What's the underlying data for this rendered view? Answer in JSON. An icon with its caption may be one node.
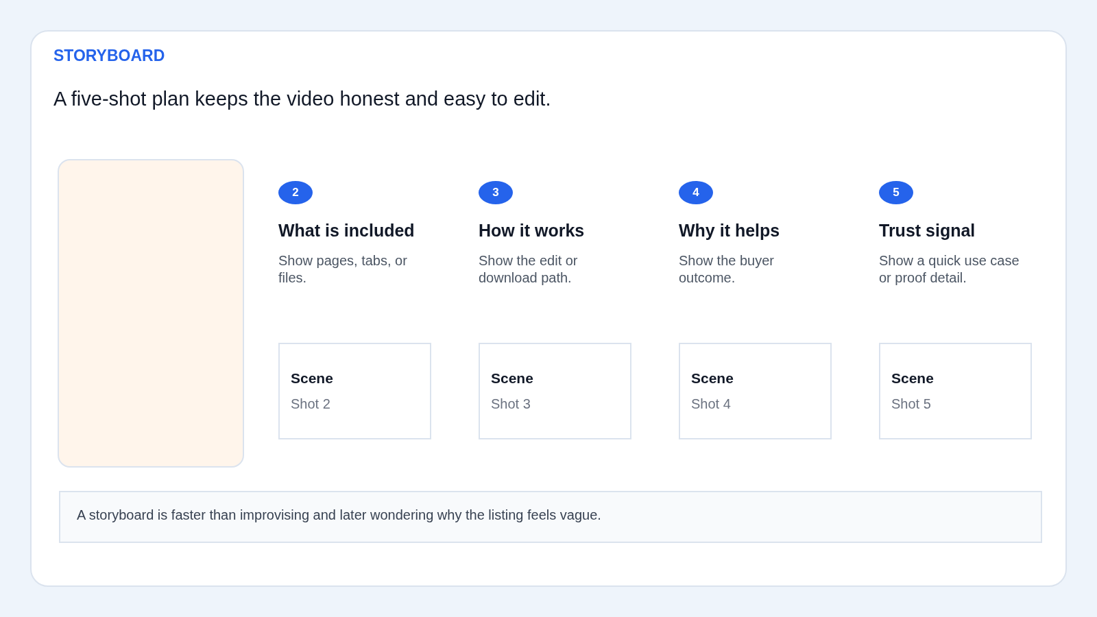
{
  "diagram": {
    "title": "A five-shot plan keeps the video honest and easy to edit.",
    "nodes": [
      {
        "text": [],
        "shape": "box"
      },
      {
        "text": [
          "2"
        ],
        "beside": [
          "What is included",
          "Show pages, tabs, or files."
        ]
      },
      {
        "text": [
          "3"
        ],
        "beside": [
          "How it works",
          "Show the edit or download path."
        ]
      },
      {
        "text": [
          "4"
        ],
        "beside": [
          "Why it helps",
          "Show the buyer outcome."
        ]
      },
      {
        "text": [
          "5"
        ],
        "beside": [
          "Trust signal",
          "Show a quick use case or proof detail."
        ]
      },
      {
        "text": [
          "Scene",
          "Shot 2"
        ]
      },
      {
        "text": [
          "Scene",
          "Shot 3"
        ]
      },
      {
        "text": [
          "Scene",
          "Shot 4"
        ]
      },
      {
        "text": [
          "Scene",
          "Shot 5"
        ]
      },
      {
        "text": [
          "A storyboard is faster than improvising and later wondering why the listing feels vague."
        ]
      }
    ],
    "edges": [],
    "labels": [
      "STORYBOARD"
    ]
  }
}
